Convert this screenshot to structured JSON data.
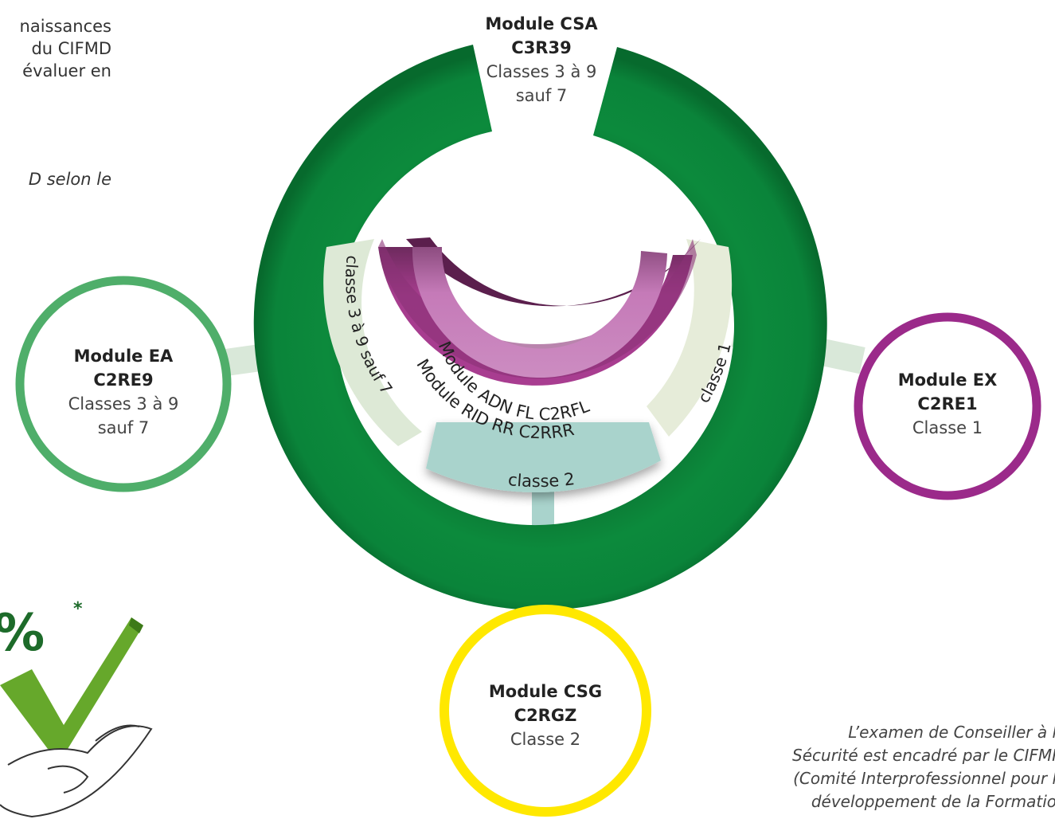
{
  "intro_text": {
    "line1": "naissances",
    "line2": "du CIFMD",
    "line3": "évaluer en",
    "line4": "D selon le"
  },
  "modules": {
    "csa": {
      "name": "Module CSA",
      "code": "C3R39",
      "classes_line1": "Classes 3 à 9",
      "classes_line2": "sauf 7"
    },
    "ea": {
      "name": "Module EA",
      "code": "C2RE9",
      "classes_line1": "Classes 3 à 9",
      "classes_line2": "sauf 7",
      "color": "#4fae6a"
    },
    "ex": {
      "name": "Module EX",
      "code": "C2RE1",
      "classes_line1": "Classe 1",
      "color": "#9b2a8a"
    },
    "csg": {
      "name": "Module CSG",
      "code": "C2RGZ",
      "classes_line1": "Classe 2",
      "color": "#ffe800"
    }
  },
  "ring_labels": {
    "classe_3_9": "classe 3 à 9 sauf 7",
    "classe_1": "classe 1",
    "classe_2": "classe 2",
    "adn": "Module ADN FL C2RFL",
    "rid": "Module RID RR C2RRR"
  },
  "logo": {
    "percent_text": "%",
    "asterisk": "*"
  },
  "footer": {
    "line1": "L’examen de Conseiller à l",
    "line2": "Sécurité est encadré par le CIFMI",
    "line3": "(Comité Interprofessionnel pour l",
    "line4": "développement de la Formatio"
  },
  "colors": {
    "outer_ring": "#0a8a3a",
    "sector_pale": "#dbe9d8",
    "sector_teal": "#a9d3cc",
    "rid": "#a63d8e",
    "adn": "#c57ab8",
    "connector_green": "#d9e8d9",
    "connector_teal": "#a9d3cc"
  }
}
